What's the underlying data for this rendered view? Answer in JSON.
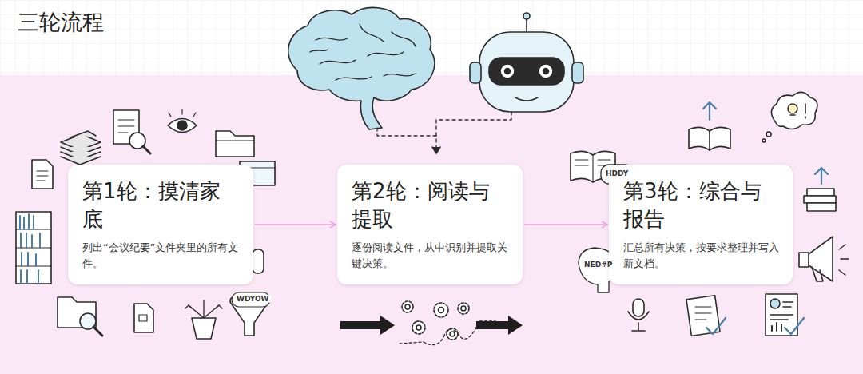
{
  "diagram": {
    "title": "三轮流程",
    "nodes": [
      {
        "text": [
          "第1轮：摸清家底",
          "列出“会议纪要”文件夹里的所有文件。"
        ]
      },
      {
        "text": [
          "第2轮：阅读与提取",
          "逐份阅读文件，从中识别并提取关键决策。"
        ]
      },
      {
        "text": [
          "第3轮：综合与报告",
          "汇总所有决策，按要求整理并写入新文档。"
        ]
      }
    ],
    "edges": [
      {
        "from": 0,
        "to": 1,
        "arrow": "to"
      },
      {
        "from": 1,
        "to": 2,
        "arrow": "to"
      }
    ],
    "labels": [
      "HDDY",
      "WDYOW",
      "NED#P"
    ]
  }
}
